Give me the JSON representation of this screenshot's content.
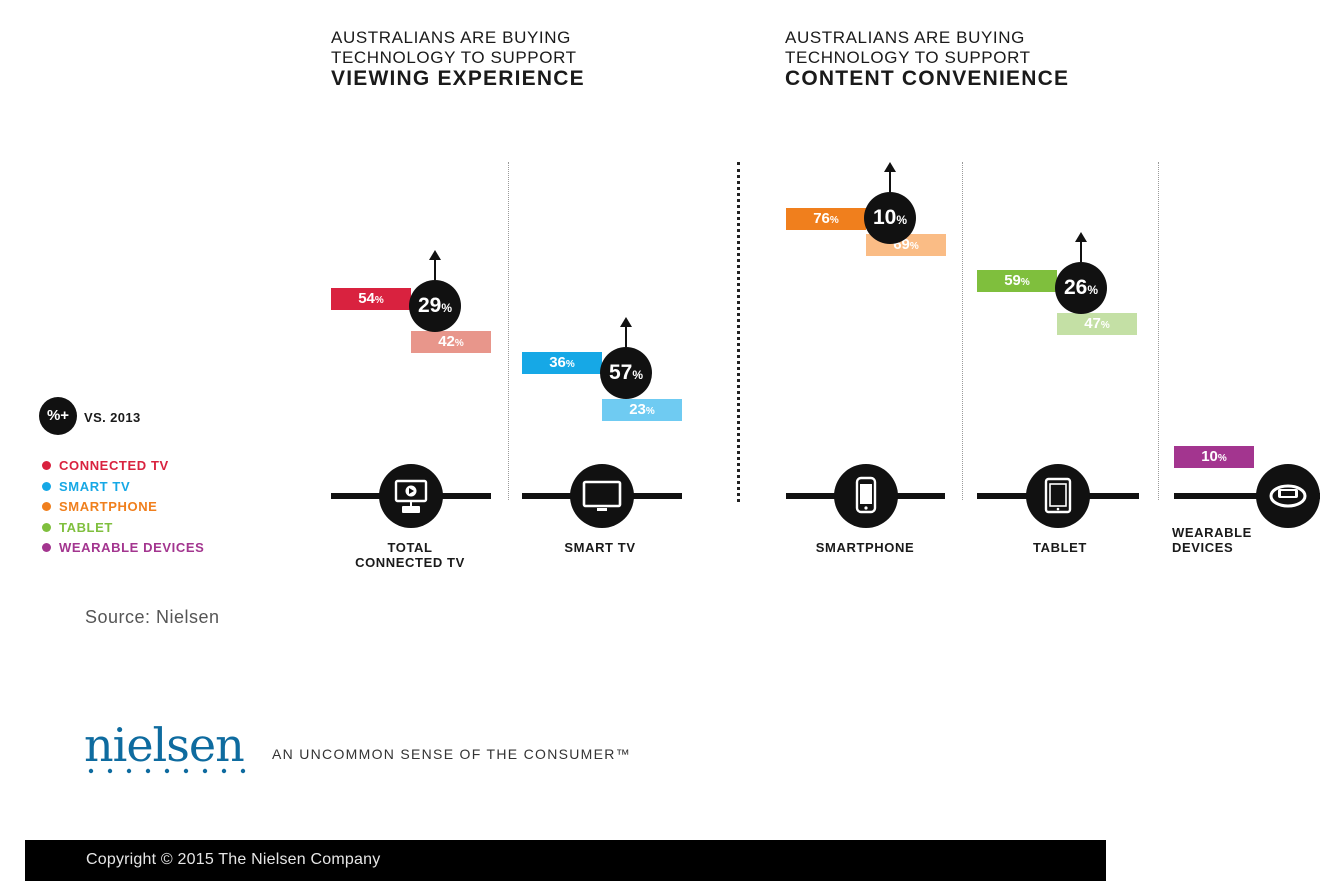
{
  "headings": [
    {
      "line1": "AUSTRALIANS ARE BUYING",
      "line2": "TECHNOLOGY TO SUPPORT",
      "line3": "VIEWING EXPERIENCE"
    },
    {
      "line1": "AUSTRALIANS ARE BUYING",
      "line2": "TECHNOLOGY TO SUPPORT",
      "line3": "CONTENT CONVENIENCE"
    }
  ],
  "legend": {
    "bubble_label": "%+",
    "bubble_caption": "VS. 2013",
    "items": [
      {
        "label": "CONNECTED TV",
        "color": "#d9223f"
      },
      {
        "label": "SMART TV",
        "color": "#16a8e6"
      },
      {
        "label": "SMARTPHONE",
        "color": "#f07f1d"
      },
      {
        "label": "TABLET",
        "color": "#7fbf3d"
      },
      {
        "label": "WEARABLE DEVICES",
        "color": "#a3358f"
      }
    ]
  },
  "chart_data": {
    "type": "bar",
    "title": "",
    "categories": [
      "TOTAL CONNECTED TV",
      "SMART TV",
      "SMARTPHONE",
      "TABLET",
      "WEARABLE DEVICES"
    ],
    "series": [
      {
        "values": [
          54,
          36,
          76,
          59,
          10
        ]
      },
      {
        "values": [
          42,
          23,
          69,
          47,
          null
        ]
      }
    ],
    "growth_vs_2013": [
      29,
      57,
      10,
      26,
      null
    ],
    "colors": {
      "current": [
        "#d9223f",
        "#16a8e6",
        "#f07f1d",
        "#7fbf3d",
        "#a3358f"
      ],
      "previous": [
        "#e8968b",
        "#6fcbf2",
        "#fabc85",
        "#c4e0a5",
        null
      ]
    },
    "percent_suffix": "%",
    "icons": [
      "connected-tv-icon",
      "smart-tv-icon",
      "smartphone-icon",
      "tablet-icon",
      "wearable-band-icon"
    ],
    "ylim": [
      0,
      100
    ]
  },
  "source": "Source: Nielsen",
  "brand": {
    "logo_text": "nielsen",
    "tagline": "AN UNCOMMON SENSE OF THE CONSUMER™",
    "logo_color": "#0e6b9f"
  },
  "footer": {
    "copyright": "Copyright © 2015 The Nielsen Company"
  }
}
